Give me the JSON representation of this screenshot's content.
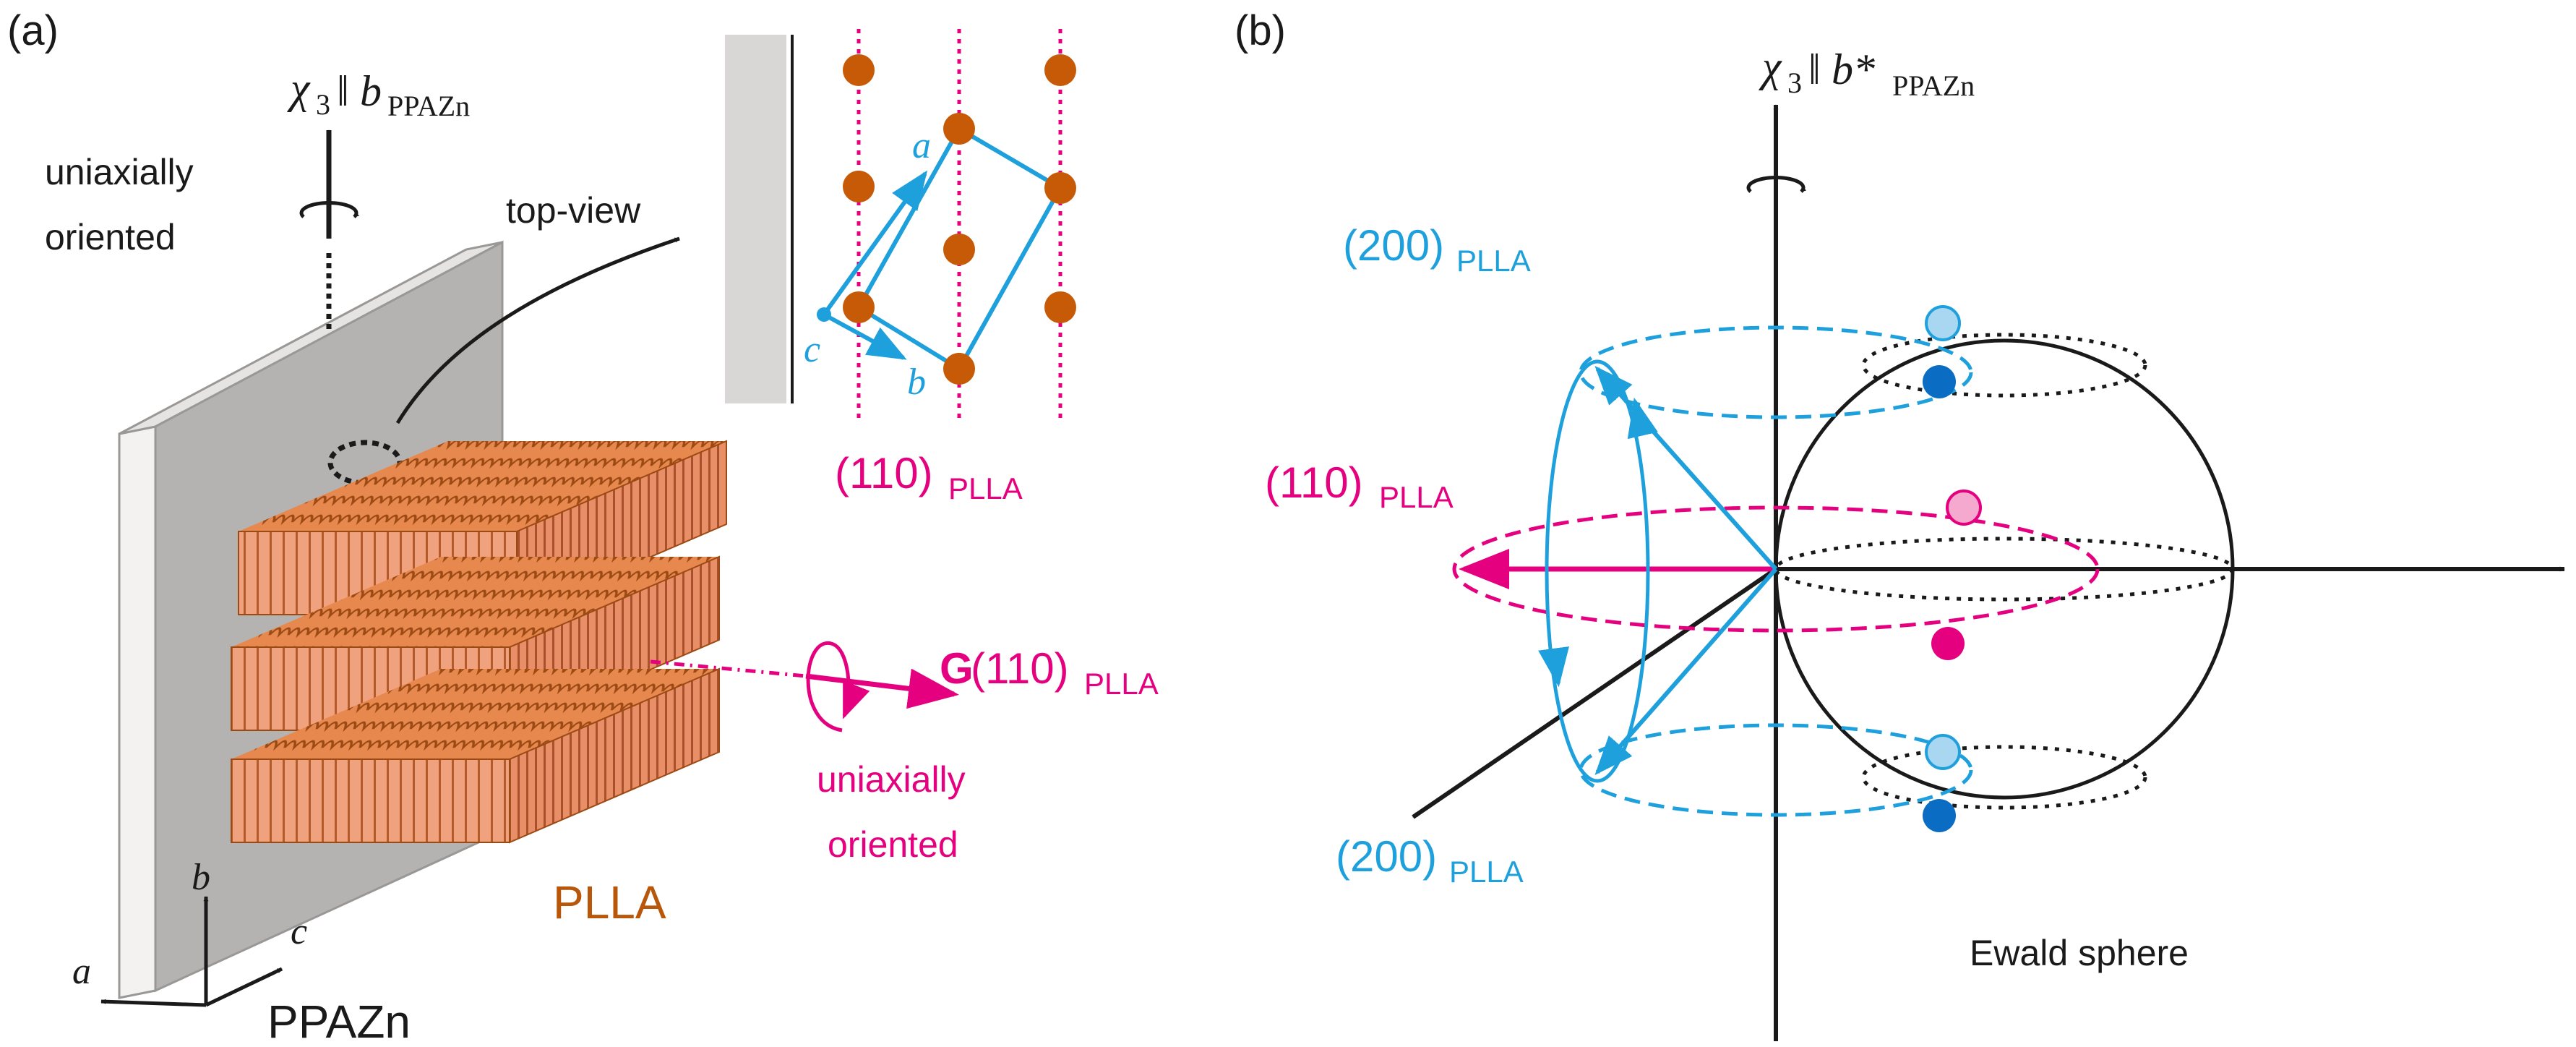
{
  "colors": {
    "black": "#1a1a1a",
    "magenta": "#e4007f",
    "cyan": "#1ea0dc",
    "dark_blue": "#0b6cc4",
    "light_blue": "#a9d7f1",
    "pink_light": "#f6a9cf",
    "orange_dots": "#c65a07",
    "plla_text": "#b8560a",
    "plla_fill": "#f0a27e",
    "plla_dark": "#b55b2a",
    "substrate_gray": "#b5b3b1",
    "substrate_edge": "#e6e4e2"
  },
  "panel_a": {
    "label": "(a)",
    "axis_label_chi": "χ",
    "axis_label_sub3": "3",
    "axis_label_parallel": "‖",
    "axis_label_b": "b",
    "axis_label_sub": "PPAZn",
    "uniaxially_1": "uniaxially",
    "oriented_1": "oriented",
    "top_view": "top-view",
    "cell_a": "a",
    "cell_b": "b",
    "cell_c": "c",
    "plane_110": "(110)",
    "plane_110_sub": "PLLA",
    "vector_G": "G",
    "vector_110": "(110)",
    "vector_sub": "PLLA",
    "uniaxially_2": "uniaxially",
    "oriented_2": "oriented",
    "plla_label": "PLLA",
    "axes_b": "b",
    "axes_c": "c",
    "axes_a": "a",
    "ppazn_label": "PPAZn"
  },
  "panel_b": {
    "label": "(b)",
    "axis_label_chi": "χ",
    "axis_label_sub3": "3",
    "axis_label_parallel": "‖",
    "axis_label_b": "b*",
    "axis_label_sub": "PPAZn",
    "plane_200_top": "(200)",
    "plane_200_top_sub": "PLLA",
    "plane_110": "(110)",
    "plane_110_sub": "PLLA",
    "plane_200_bottom": "(200)",
    "plane_200_bottom_sub": "PLLA",
    "ewald_label": "Ewald sphere"
  }
}
